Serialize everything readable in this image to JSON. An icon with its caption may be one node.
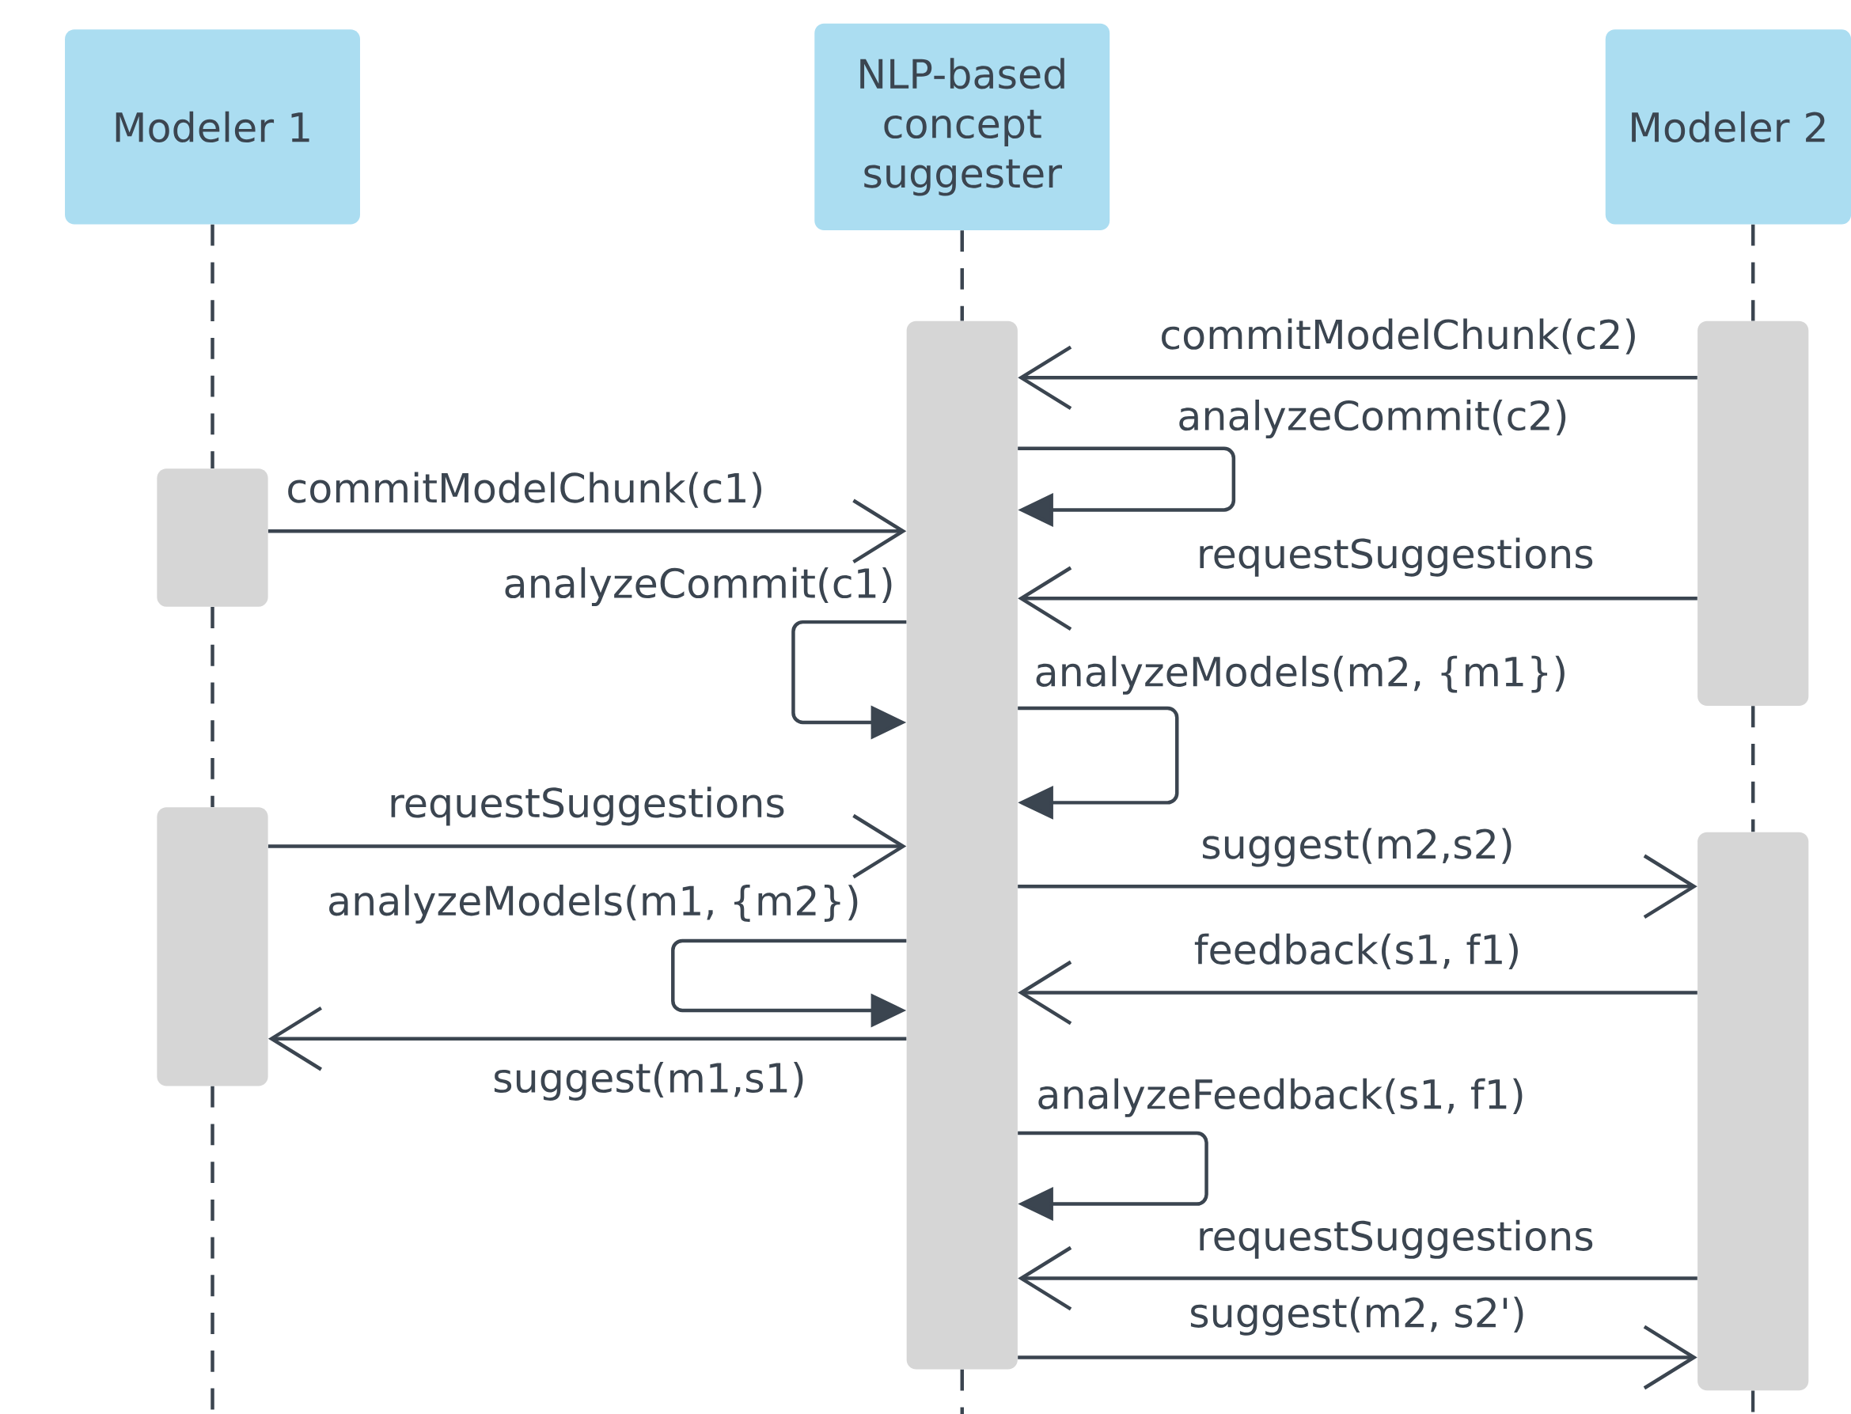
{
  "diagram": {
    "nodes": [
      {
        "text": [
          "Modeler 1"
        ]
      },
      {
        "text": [
          "NLP-based concept suggester"
        ]
      },
      {
        "text": [
          "Modeler 2"
        ]
      },
      {
        "text": [],
        "shape": "bar"
      },
      {
        "text": [],
        "shape": "bar"
      },
      {
        "text": [],
        "shape": "bar"
      },
      {
        "text": [],
        "shape": "bar"
      },
      {
        "text": [],
        "shape": "bar"
      }
    ],
    "edges": [
      {
        "from": 6,
        "to": 5,
        "arrow": "to",
        "label": "commitModelChunk(c2)"
      },
      {
        "from": 5,
        "to": 5,
        "arrow": "to",
        "label": "analyzeCommit(c2)"
      },
      {
        "from": 3,
        "to": 5,
        "arrow": "to",
        "label": "commitModelChunk(c1)"
      },
      {
        "from": 6,
        "to": 5,
        "arrow": "to",
        "label": "requestSuggestions"
      },
      {
        "from": 5,
        "to": 5,
        "arrow": "to",
        "label": "analyzeCommit(c1)"
      },
      {
        "from": 5,
        "to": 5,
        "arrow": "to",
        "label": "analyzeModels(m2, {m1})"
      },
      {
        "from": 4,
        "to": 5,
        "arrow": "to",
        "label": "requestSuggestions"
      },
      {
        "from": 5,
        "to": 7,
        "arrow": "to",
        "label": "suggest(m2,s2)"
      },
      {
        "from": 5,
        "to": 5,
        "arrow": "to",
        "label": "analyzeModels(m1, {m2})"
      },
      {
        "from": 7,
        "to": 5,
        "arrow": "to",
        "label": "feedback(s1, f1)"
      },
      {
        "from": 5,
        "to": 4,
        "arrow": "to",
        "label": "suggest(m1,s1)"
      },
      {
        "from": 5,
        "to": 5,
        "arrow": "to",
        "label": "analyzeFeedback(s1, f1)"
      },
      {
        "from": 7,
        "to": 5,
        "arrow": "to",
        "label": "requestSuggestions"
      },
      {
        "from": 5,
        "to": 7,
        "arrow": "to",
        "label": "suggest(m2, s2')"
      },
      {
        "from": 0,
        "to": 3,
        "arrow": "none",
        "style": "dashed"
      },
      {
        "from": 3,
        "to": 4,
        "arrow": "none",
        "style": "dashed"
      },
      {
        "from": 4,
        "to": null,
        "arrow": "none",
        "style": "dashed"
      },
      {
        "from": 1,
        "to": 5,
        "arrow": "none",
        "style": "dashed"
      },
      {
        "from": 5,
        "to": null,
        "arrow": "none",
        "style": "dashed"
      },
      {
        "from": 2,
        "to": 6,
        "arrow": "none",
        "style": "dashed"
      },
      {
        "from": 6,
        "to": 7,
        "arrow": "none",
        "style": "dashed"
      },
      {
        "from": 7,
        "to": null,
        "arrow": "none",
        "style": "dashed"
      }
    ]
  }
}
